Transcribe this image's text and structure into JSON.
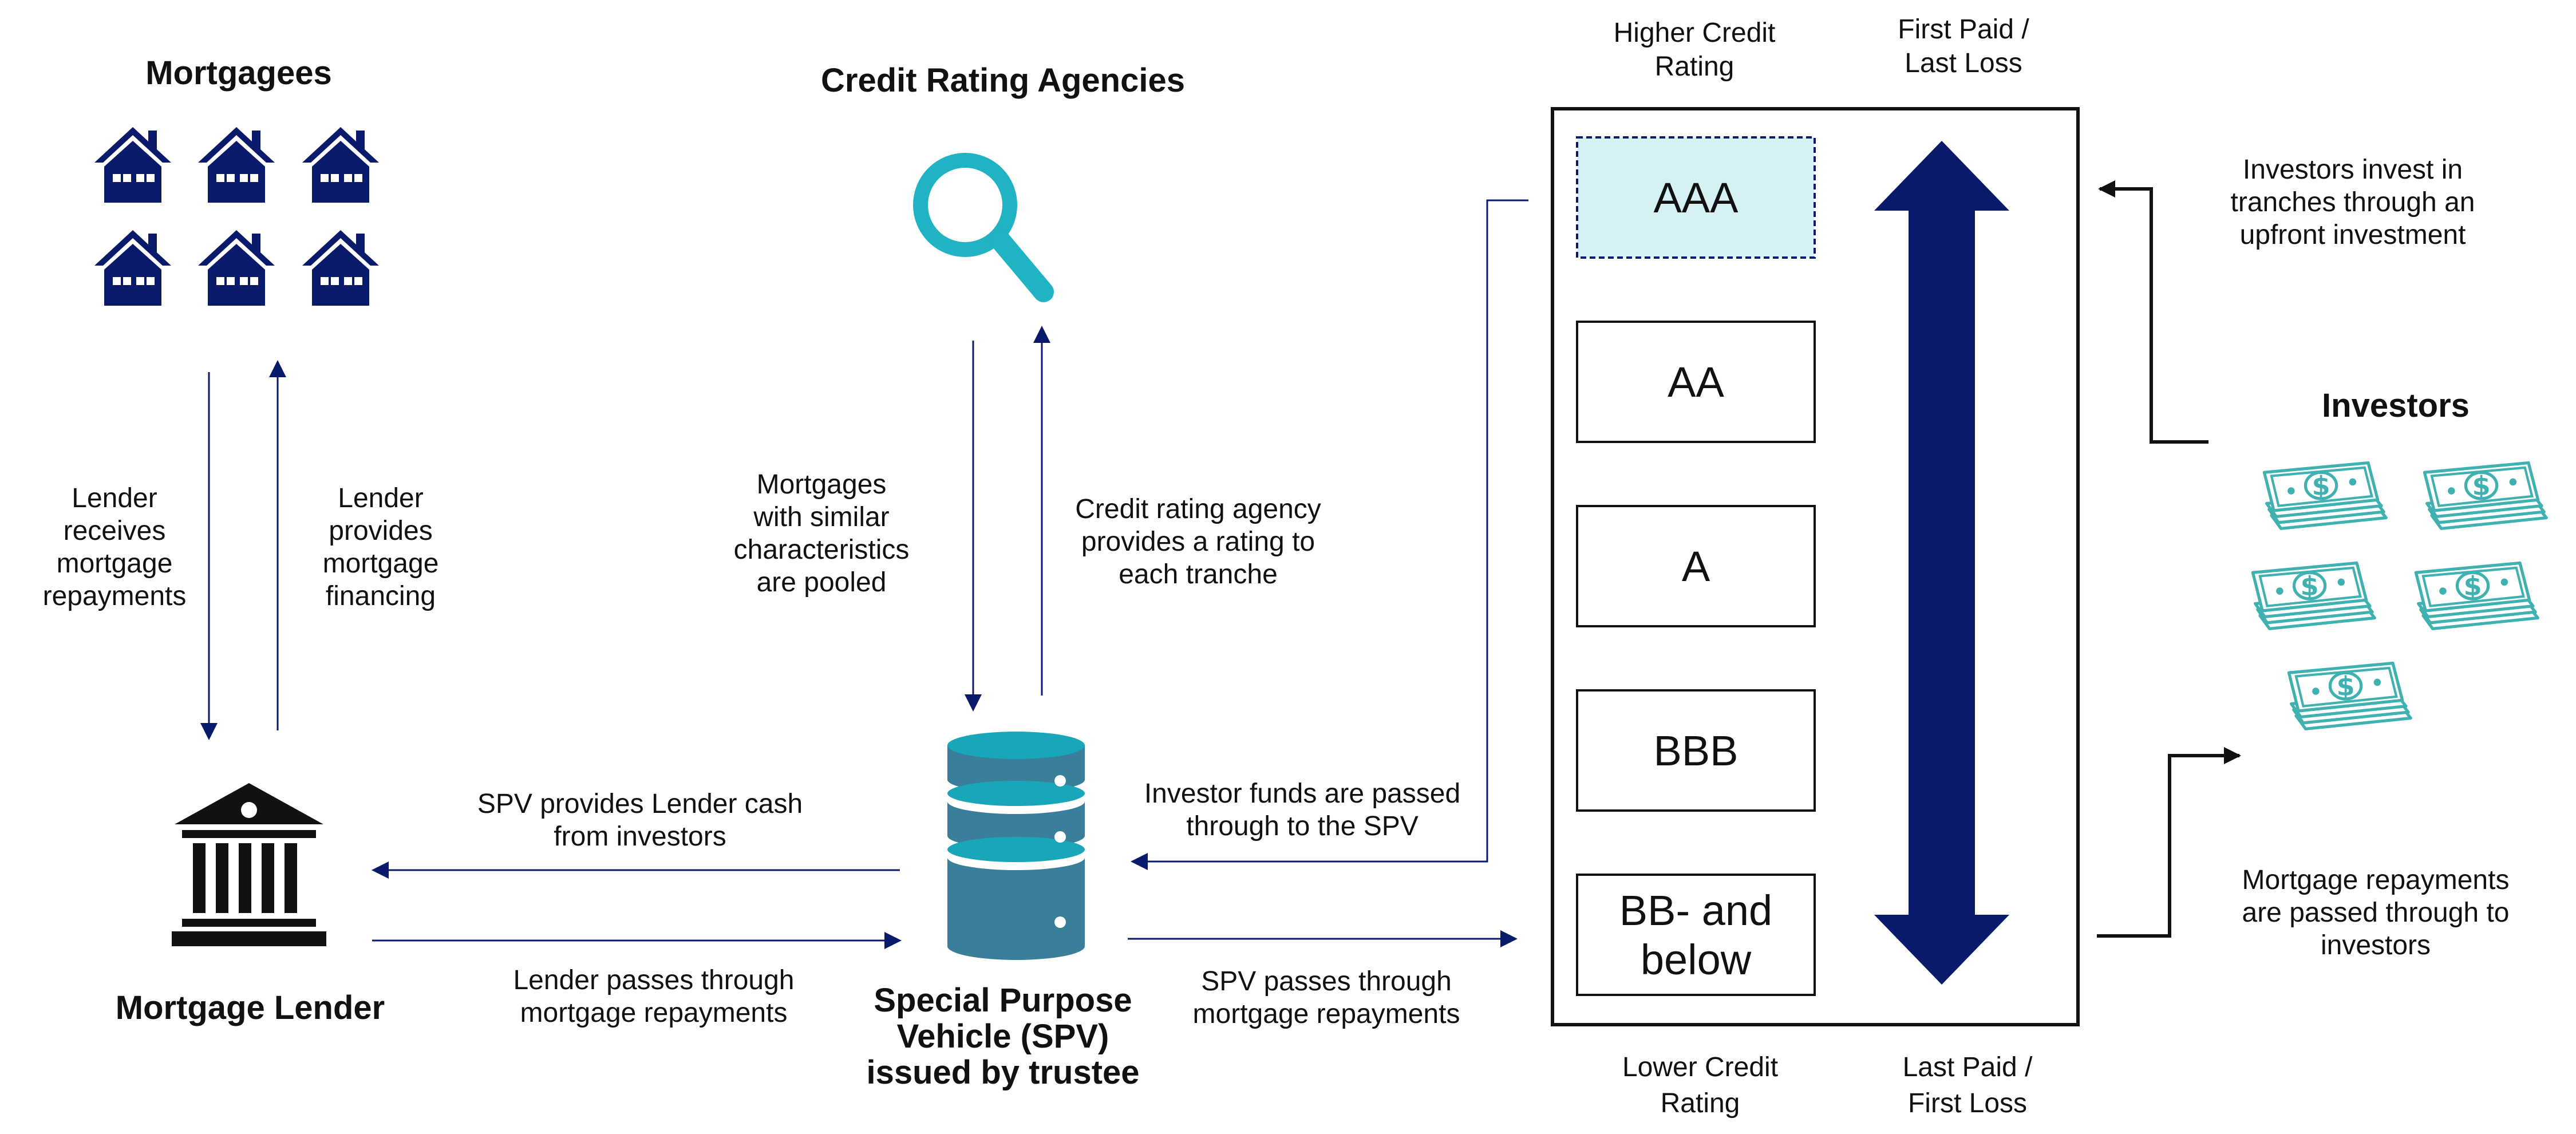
{
  "mortgagees": {
    "title": "Mortgagees"
  },
  "agencies": {
    "title": "Credit Rating Agencies"
  },
  "lender": {
    "title": "Mortgage Lender"
  },
  "investors": {
    "title": "Investors"
  },
  "spv": {
    "title_lines": [
      "Special Purpose",
      "Vehicle (SPV)",
      "issued by trustee"
    ]
  },
  "flows": {
    "lender_receives": [
      "Lender",
      "receives",
      "mortgage",
      "repayments"
    ],
    "lender_provides": [
      "Lender",
      "provides",
      "mortgage",
      "financing"
    ],
    "pooled": [
      "Mortgages",
      "with similar",
      "characteristics",
      "are pooled"
    ],
    "agency_rating": [
      "Credit rating agency",
      "provides a rating to",
      "each tranche"
    ],
    "spv_provides_cash": [
      "SPV provides Lender cash",
      "from investors"
    ],
    "lender_passes": [
      "Lender passes through",
      "mortgage repayments"
    ],
    "investor_funds": [
      "Investor funds are passed",
      "through to the SPV"
    ],
    "spv_passes": [
      "SPV passes through",
      "mortgage repayments"
    ],
    "investors_invest": [
      "Investors invest in",
      "tranches through an",
      "upfront investment"
    ],
    "repayments_passed": [
      "Mortgage repayments",
      "are passed through to",
      "investors"
    ]
  },
  "tranches": {
    "items": [
      {
        "label_lines": [
          "AAA"
        ],
        "highlighted": true
      },
      {
        "label_lines": [
          "AA"
        ],
        "highlighted": false
      },
      {
        "label_lines": [
          "A"
        ],
        "highlighted": false
      },
      {
        "label_lines": [
          "BBB"
        ],
        "highlighted": false
      },
      {
        "label_lines": [
          "BB- and",
          "below"
        ],
        "highlighted": false
      }
    ],
    "top_rating": [
      "Higher Credit",
      "Rating"
    ],
    "top_payment": [
      "First Paid /",
      "Last Loss"
    ],
    "bottom_rating": [
      "Lower Credit",
      "Rating"
    ],
    "bottom_payment": [
      "Last Paid /",
      "First Loss"
    ]
  },
  "colors": {
    "navy": "#0a1a6b",
    "teal": "#1fb3c3",
    "highlight_fill": "#d6f1f3",
    "money": "#3fb1b0",
    "spv_dark": "#3a7f99",
    "spv_light": "#1aa6b9",
    "text": "#111111"
  },
  "icons": {
    "mortgagees": "house-icon",
    "agencies": "magnifier-icon",
    "lender": "bank-icon",
    "spv": "database-icon",
    "investors": "money-stack-icon"
  }
}
